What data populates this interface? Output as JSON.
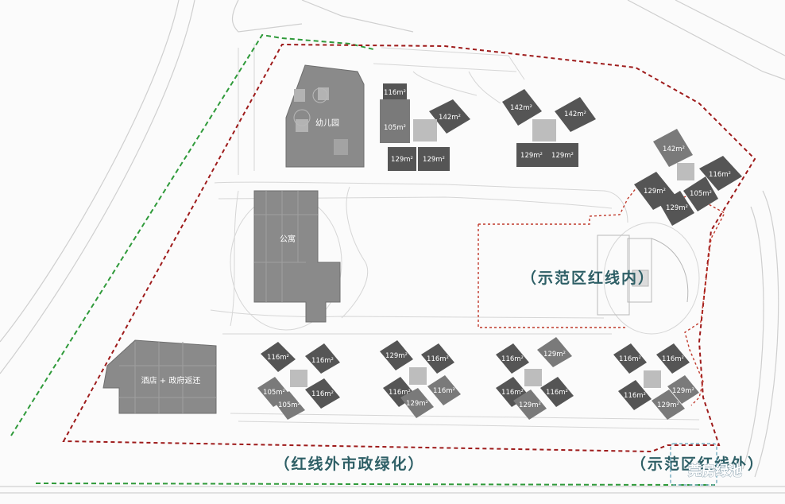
{
  "map": {
    "callouts": {
      "demo_inside": "（示范区红线内）",
      "outside_green": "（红线外市政绿化）",
      "demo_outside": "（示范区红线外）"
    },
    "buildings": {
      "kindergarten": "幼儿园",
      "club": "公寓",
      "hotel": "酒店 + 政府返还"
    },
    "units": {
      "u116": "116m²",
      "u105": "105m²",
      "u129": "129m²",
      "u142": "142m²"
    },
    "watermark": "莞房绿池"
  },
  "colors": {
    "red_line": "#9e1b1b",
    "green_line": "#2f9a3a",
    "demo_line": "#c0392b",
    "bld_dark": "#555555",
    "bld_mid": "#7a7a7a",
    "bld_light": "#9a9a9a",
    "callout_text": "#2e5f66"
  }
}
